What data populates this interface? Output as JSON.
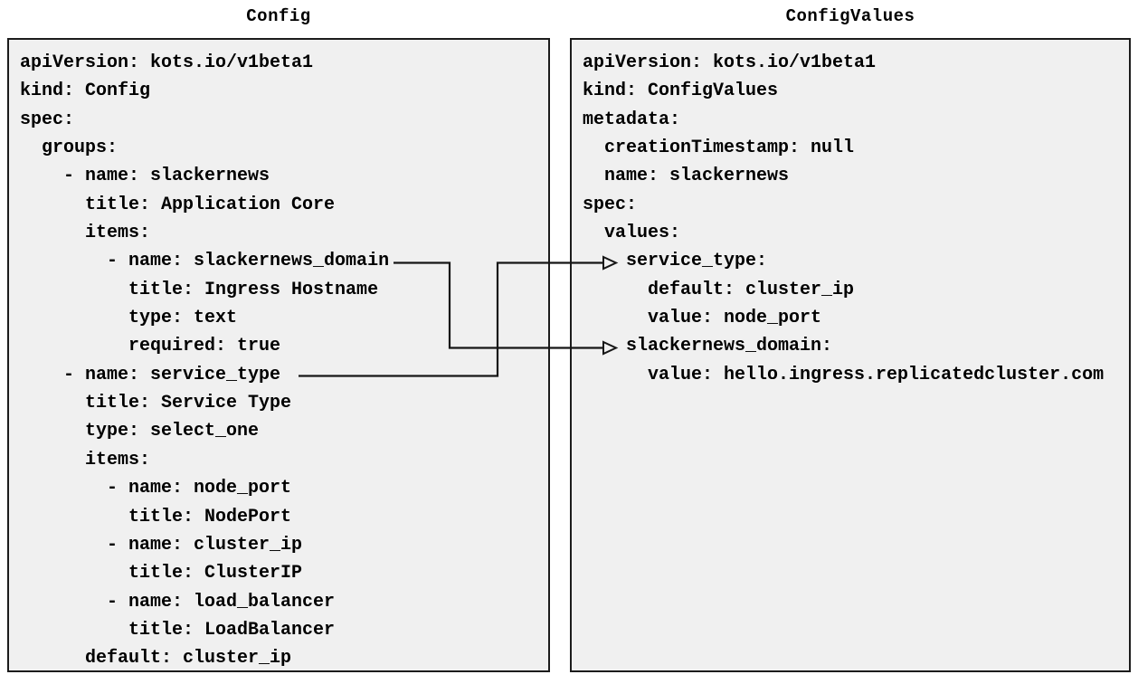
{
  "diagram": {
    "left_panel": {
      "title": "Config",
      "lines": [
        "apiVersion: kots.io/v1beta1",
        "kind: Config",
        "spec:",
        "  groups:",
        "    - name: slackernews",
        "      title: Application Core",
        "      items:",
        "        - name: slackernews_domain",
        "          title: Ingress Hostname",
        "          type: text",
        "          required: true",
        "    - name: service_type",
        "      title: Service Type",
        "      type: select_one",
        "      items:",
        "        - name: node_port",
        "          title: NodePort",
        "        - name: cluster_ip",
        "          title: ClusterIP",
        "        - name: load_balancer",
        "          title: LoadBalancer",
        "      default: cluster_ip"
      ]
    },
    "right_panel": {
      "title": "ConfigValues",
      "lines": [
        "apiVersion: kots.io/v1beta1",
        "kind: ConfigValues",
        "metadata:",
        "  creationTimestamp: null",
        "  name: slackernews",
        "spec:",
        "  values:",
        "    service_type:",
        "      default: cluster_ip",
        "      value: node_port",
        "    slackernews_domain:",
        "      value: hello.ingress.replicatedcluster.com"
      ]
    },
    "connectors": [
      {
        "from": "Config item slackernews_domain",
        "to": "ConfigValues slackernews_domain"
      },
      {
        "from": "Config item service_type",
        "to": "ConfigValues service_type"
      }
    ],
    "colors": {
      "panel_fill": "#f0f0f0",
      "panel_border": "#1c1c1c",
      "text": "#000000",
      "connector": "#161616",
      "background": "#ffffff"
    }
  }
}
